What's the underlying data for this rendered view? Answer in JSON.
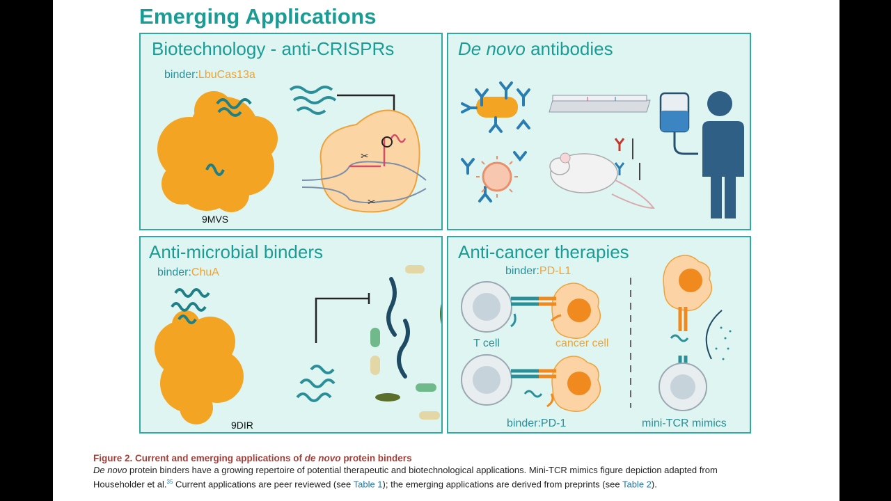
{
  "slide": {
    "title": "Emerging Applications"
  },
  "panels": {
    "biotech": {
      "title": "Biotechnology - anti-CRISPRs",
      "binder_prefix": "binder:",
      "binder_target": "LbuCas13a",
      "pdb_id": "9MVS"
    },
    "antibodies": {
      "title_italic": "De novo",
      "title_rest": " antibodies"
    },
    "antimicrobial": {
      "title": "Anti-microbial binders",
      "binder_prefix": "binder:",
      "binder_target": "ChuA",
      "pdb_id": "9DIR"
    },
    "anticancer": {
      "title": "Anti-cancer therapies",
      "binder_top_prefix": "binder:",
      "binder_top_target": "PD-L1",
      "t_cell": "T cell",
      "cancer_cell": "cancer cell",
      "binder_bottom_prefix": "binder:",
      "binder_bottom_target": "PD-1",
      "mini_tcr": "mini-TCR mimics"
    }
  },
  "caption": {
    "figure_title_a": "Figure 2.  Current and emerging applications of ",
    "figure_title_italic": "de novo",
    "figure_title_b": " protein binders",
    "line1_italic": "De novo",
    "line1_rest": " protein binders have a growing repertoire of potential therapeutic and biotechnological applications. Mini-TCR mimics figure depiction adapted from",
    "line2_a": "Householder et al.",
    "line2_ref": "35",
    "line2_b": " Current applications are peer reviewed (see ",
    "line2_table1": "Table 1",
    "line2_c": "); the emerging applications are derived from preprints (see ",
    "line2_table2": "Table 2",
    "line2_d": ")."
  },
  "colors": {
    "teal": "#1a9c95",
    "panel_bg": "#dff5f2",
    "protein_orange": "#f4a423",
    "binder_teal": "#2a8f98",
    "caption_title": "#a0403a",
    "link": "#1d78a8"
  }
}
